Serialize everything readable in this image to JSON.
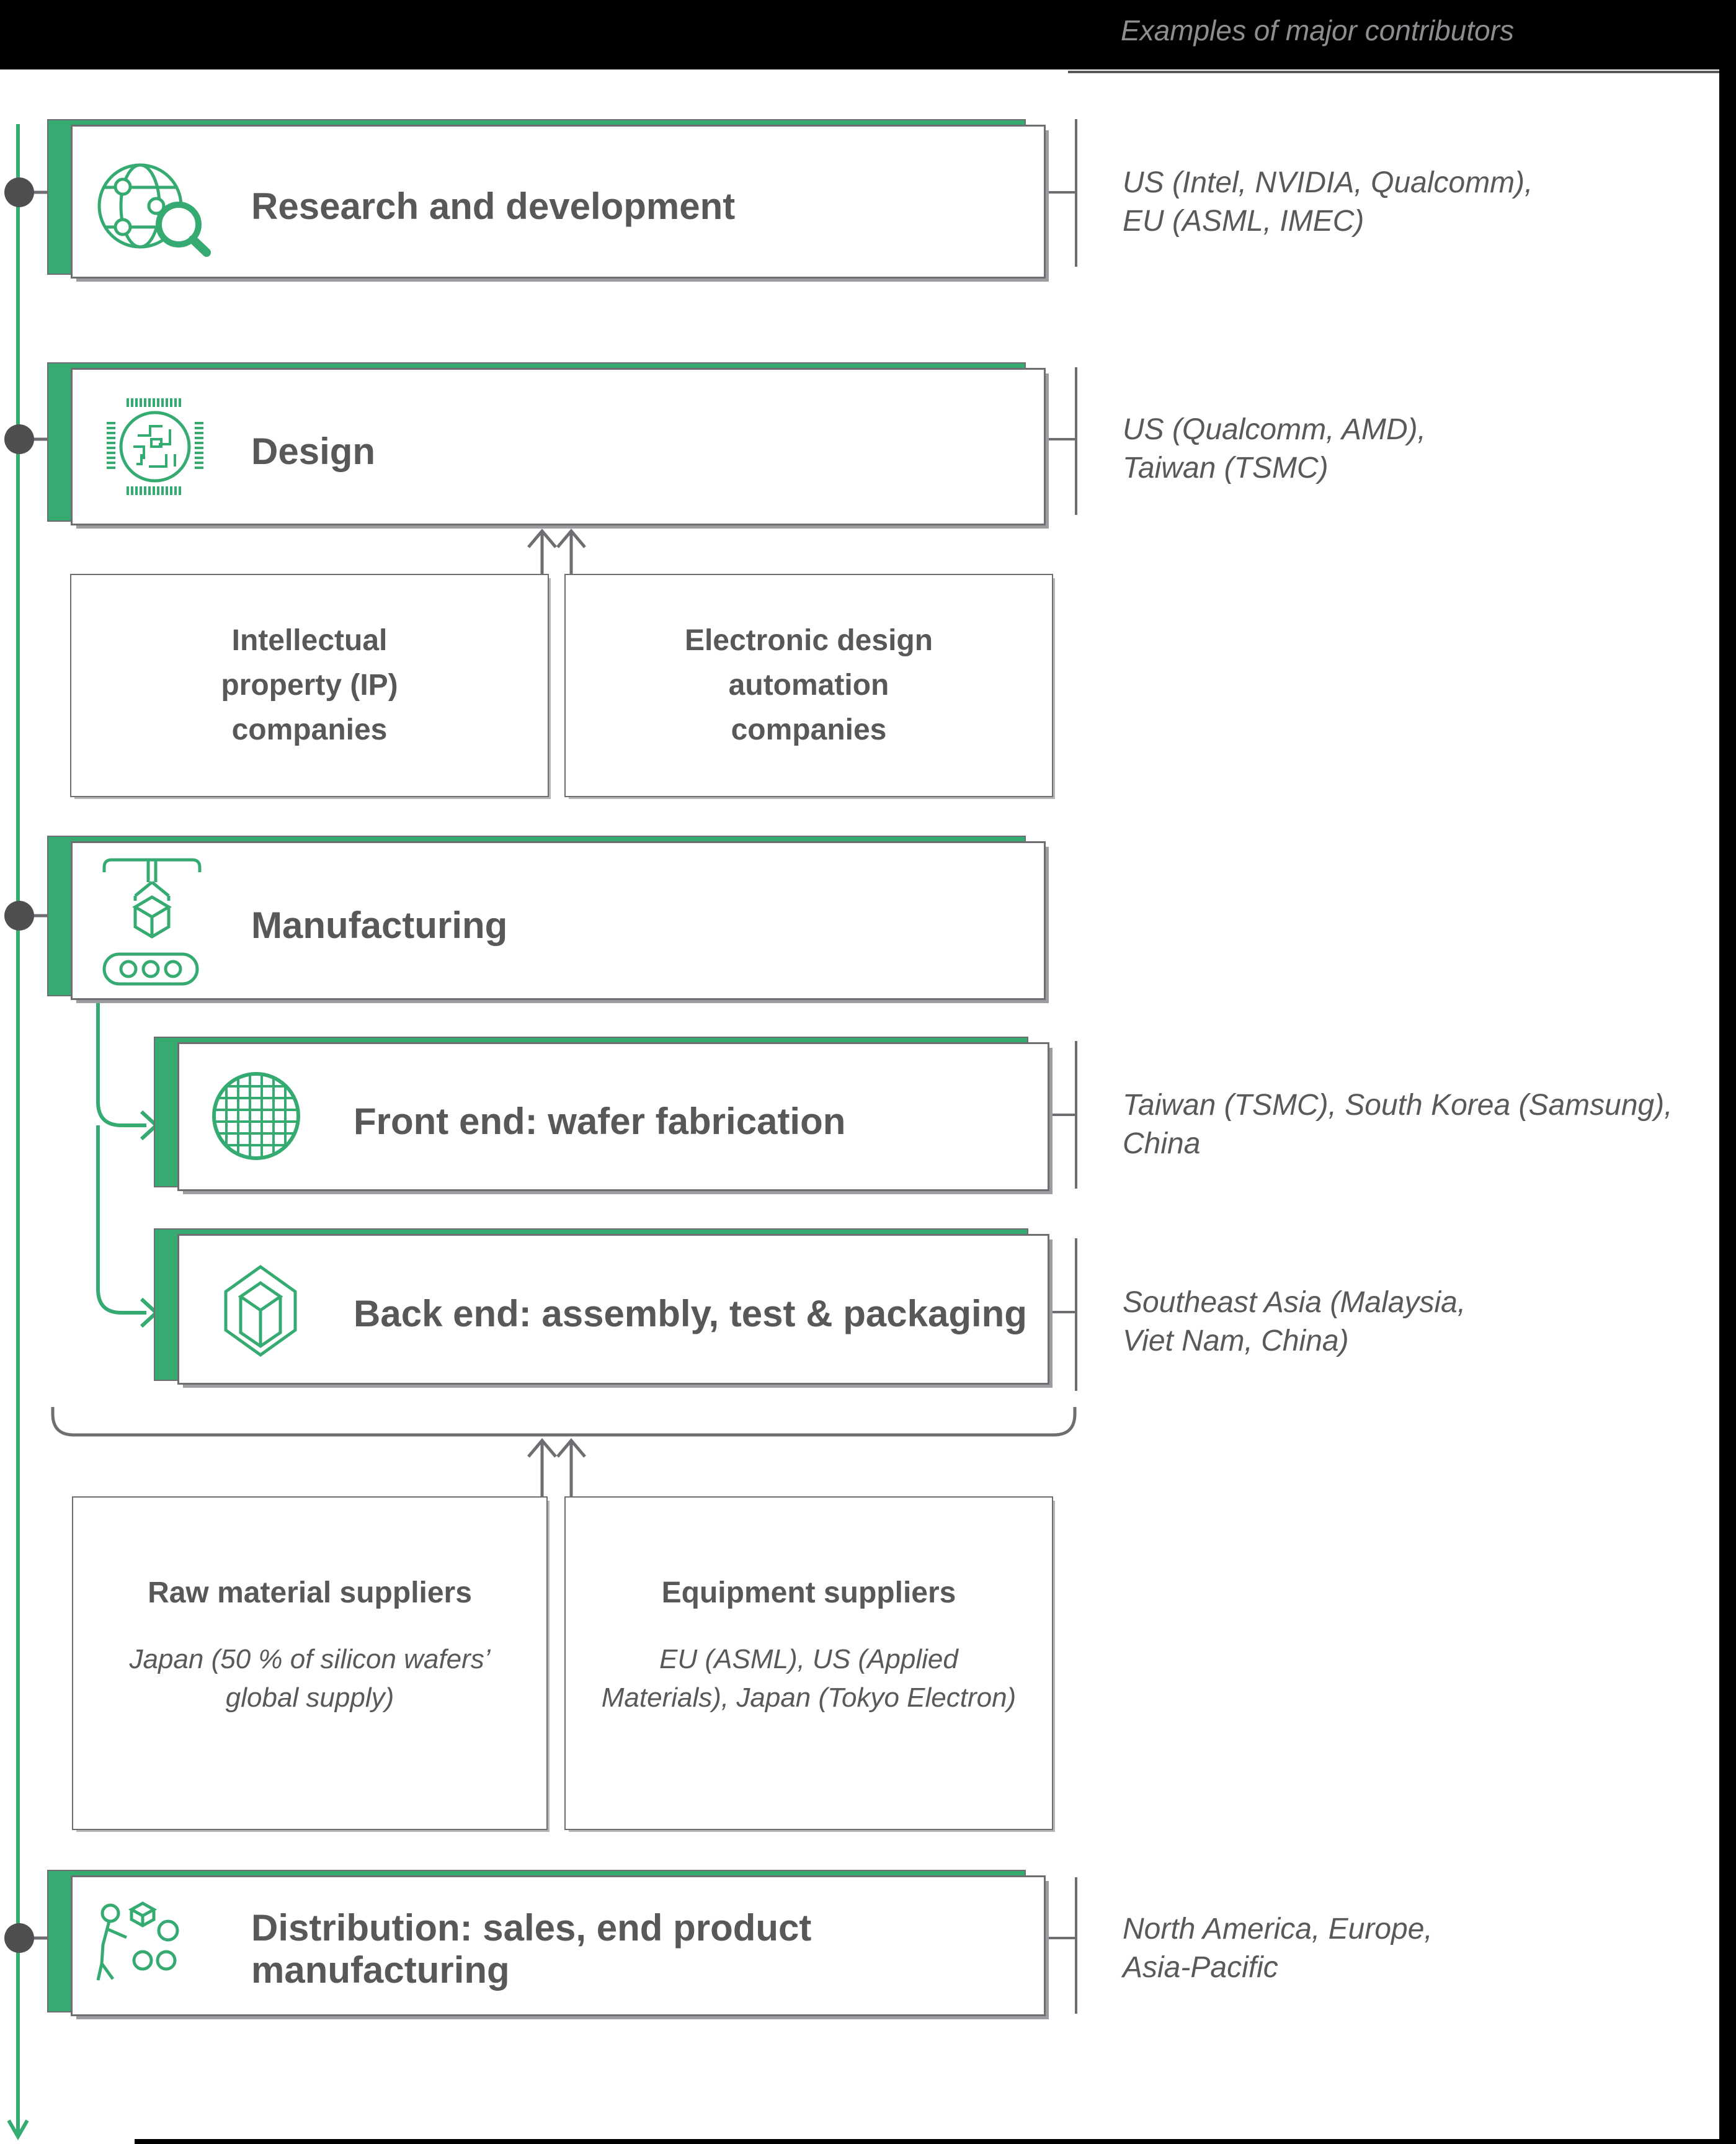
{
  "header": {
    "examples_title": "Examples of major contributors"
  },
  "colors": {
    "accent_green": "#35ab72",
    "border_gray": "#6d6e71",
    "text_gray": "#58595b",
    "dot_gray": "#4e4f51",
    "band_black": "#000000"
  },
  "stages": [
    {
      "key": "rnd",
      "icon": "globe-search-icon",
      "title_lines": [
        "Research and development"
      ],
      "examples_lines": [
        "US (Intel, NVIDIA, Qualcomm),",
        "EU (ASML, IMEC)"
      ]
    },
    {
      "key": "design",
      "icon": "chip-icon",
      "title_lines": [
        "Design"
      ],
      "examples_lines": [
        "US (Qualcomm, AMD),",
        "Taiwan (TSMC)"
      ]
    },
    {
      "key": "manufacturing",
      "icon": "crane-icon",
      "title_lines": [
        "Manufacturing"
      ],
      "examples_lines": []
    },
    {
      "key": "front-end",
      "icon": "wafer-icon",
      "title_lines": [
        "Front end: wafer fabrication"
      ],
      "examples_lines": [
        "Taiwan (TSMC), South Korea (Samsung),",
        "China"
      ]
    },
    {
      "key": "back-end",
      "icon": "cube-icon",
      "title_lines": [
        "Back end: assembly, test & packaging"
      ],
      "examples_lines": [
        "Southeast Asia (Malaysia,",
        "Viet Nam, China)"
      ]
    },
    {
      "key": "distribution",
      "icon": "distribution-icon",
      "title_lines": [
        "Distribution: sales, end product",
        "manufacturing"
      ],
      "examples_lines": [
        "North America, Europe,",
        "Asia-Pacific"
      ]
    }
  ],
  "design_inputs": [
    {
      "lines": [
        "Intellectual",
        "property (IP)",
        "companies"
      ]
    },
    {
      "lines": [
        "Electronic design",
        "automation",
        "companies"
      ]
    }
  ],
  "manufacturing_inputs": [
    {
      "title": "Raw material suppliers",
      "detail_lines": [
        "Japan (50 % of silicon wafers’",
        "global supply)"
      ]
    },
    {
      "title": "Equipment suppliers",
      "detail_lines": [
        "EU (ASML), US (Applied",
        "Materials), Japan (Tokyo Electron)"
      ]
    }
  ]
}
